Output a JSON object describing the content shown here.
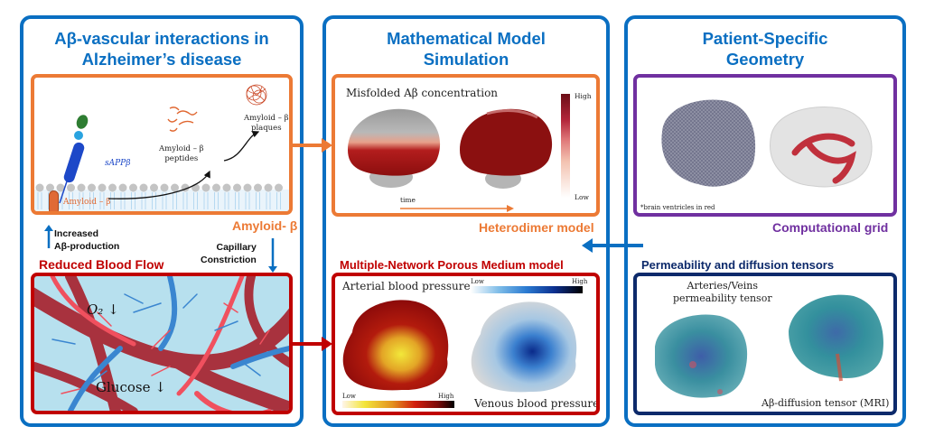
{
  "colors": {
    "column_border": "#0a6fc2",
    "amyloid_orange": "#ec7a35",
    "blood_red": "#c00000",
    "grid_purple": "#7030a0",
    "tensor_navy": "#0d2a6b",
    "text_dark": "#111111"
  },
  "columns": [
    {
      "title_line1": "Aβ-vascular interactions in",
      "title_line2": "Alzheimer’s disease"
    },
    {
      "title_line1": "Mathematical Model",
      "title_line2": "Simulation"
    },
    {
      "title_line1": "Patient-Specific",
      "title_line2": "Geometry"
    }
  ],
  "left": {
    "amyloid_panel": {
      "caption": "Amyloid- β",
      "sapp_label": "sAPPβ",
      "membrane_label": "Amyloid – β",
      "peptides_label_1": "Amyloid – β",
      "peptides_label_2": "peptides",
      "plaques_label_1": "Amyloid – β",
      "plaques_label_2": "plaques"
    },
    "increased_label_1": "Increased",
    "increased_label_2": "Aβ-production",
    "capillary_label_1": "Capillary",
    "capillary_label_2": "Constriction",
    "blood_panel": {
      "caption": "Reduced Blood Flow",
      "o2_label": "O₂ ↓",
      "glucose_label": "Glucose ↓"
    }
  },
  "middle": {
    "heterodimer_panel": {
      "caption": "Heterodimer model",
      "title": "Misfolded Aβ concentration",
      "colorbar_high": "High",
      "colorbar_low": "Low",
      "time_label": "time"
    },
    "mpm_panel": {
      "caption": "Multiple-Network Porous Medium model",
      "arterial_label": "Arterial blood pressure",
      "venous_label": "Venous blood pressure",
      "arterial_low": "Low",
      "arterial_high": "High",
      "venous_low": "Low",
      "venous_high": "High"
    }
  },
  "right": {
    "grid_panel": {
      "caption": "Computational grid",
      "note": "*brain ventricles in red"
    },
    "tensor_panel": {
      "caption": "Permeability and diffusion tensors",
      "permeability_label_1": "Arteries/Veins",
      "permeability_label_2": "permeability tensor",
      "diffusion_label": "Aβ-diffusion tensor (MRI)"
    }
  }
}
